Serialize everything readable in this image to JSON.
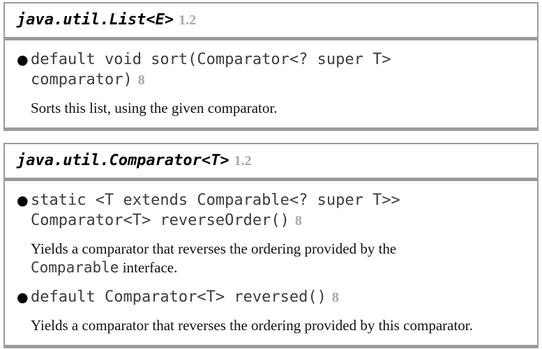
{
  "ui": {
    "bullet_glyph": "●"
  },
  "colors": {
    "border": "#9b9b9b",
    "code_text": "#3c3c3c",
    "muted_badge": "#a8a8a8",
    "body_text": "#121212"
  },
  "boxes": [
    {
      "title": "java.util.List<E>",
      "version": "1.2",
      "items": [
        {
          "signature_lines": [
            "default void sort(Comparator<? super T>",
            "comparator)"
          ],
          "since": "8",
          "description_lines": [
            [
              {
                "t": "serif",
                "text": "Sorts this list, using the given comparator."
              }
            ]
          ]
        }
      ]
    },
    {
      "title": "java.util.Comparator<T>",
      "version": "1.2",
      "items": [
        {
          "signature_lines": [
            "static <T extends Comparable<? super T>>",
            "Comparator<T> reverseOrder()"
          ],
          "since": "8",
          "description_lines": [
            [
              {
                "t": "serif",
                "text": "Yields a comparator that reverses the ordering provided by the"
              }
            ],
            [
              {
                "t": "code",
                "text": "Comparable"
              },
              {
                "t": "serif",
                "text": " interface."
              }
            ]
          ]
        },
        {
          "signature_lines": [
            "default Comparator<T> reversed()"
          ],
          "since": "8",
          "description_lines": [
            [
              {
                "t": "serif",
                "text": "Yields a comparator that reverses the ordering provided by this comparator."
              }
            ]
          ]
        }
      ]
    }
  ]
}
